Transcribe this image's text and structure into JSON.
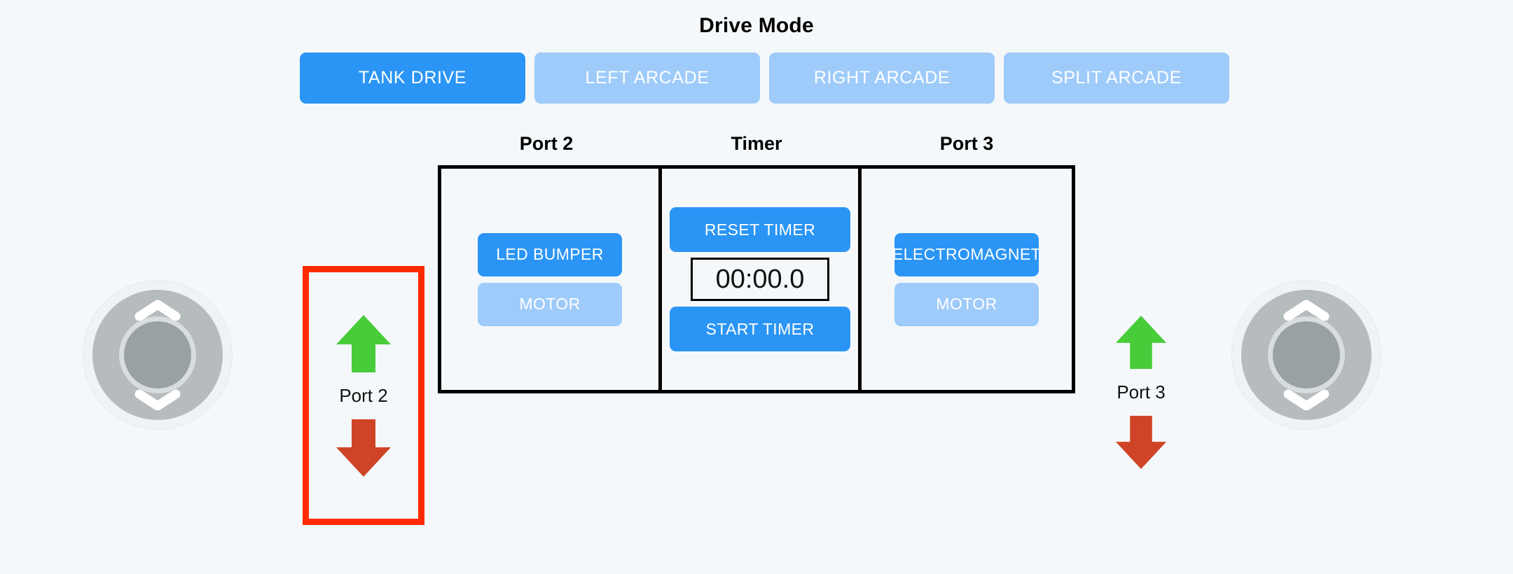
{
  "drive_mode": {
    "title": "Drive Mode",
    "modes": [
      {
        "label": "TANK DRIVE",
        "active": true
      },
      {
        "label": "LEFT ARCADE",
        "active": false
      },
      {
        "label": "RIGHT ARCADE",
        "active": false
      },
      {
        "label": "SPLIT ARCADE",
        "active": false
      }
    ]
  },
  "panel": {
    "port2": {
      "header": "Port 2",
      "buttons": [
        {
          "label": "LED BUMPER",
          "style": "primary"
        },
        {
          "label": "MOTOR",
          "style": "secondary"
        }
      ]
    },
    "timer": {
      "header": "Timer",
      "reset_label": "RESET TIMER",
      "display": "00:00.0",
      "start_label": "START TIMER"
    },
    "port3": {
      "header": "Port 3",
      "buttons": [
        {
          "label": "ELECTROMAGNET",
          "style": "primary"
        },
        {
          "label": "MOTOR",
          "style": "secondary"
        }
      ]
    }
  },
  "ports": {
    "port2": {
      "label": "Port 2",
      "highlighted": true
    },
    "port3": {
      "label": "Port 3",
      "highlighted": false
    }
  },
  "colors": {
    "background": "#f4f8fa",
    "accent_blue": "#2b95f5",
    "light_blue": "#9ecbfa",
    "arrow_up_green": "#49cc3a",
    "arrow_down_red": "#cf4426",
    "highlight_red": "#ff2a00",
    "panel_border": "#000000",
    "joystick_disc": "#b6bbbd",
    "joystick_knob": "#9aa1a4"
  }
}
